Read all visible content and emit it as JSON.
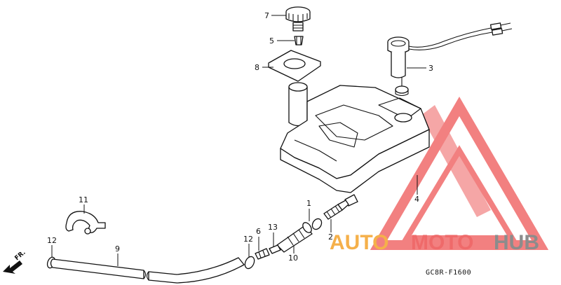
{
  "diagram": {
    "callouts": [
      {
        "id": "c1",
        "text": "1"
      },
      {
        "id": "c2",
        "text": "2"
      },
      {
        "id": "c3",
        "text": "3"
      },
      {
        "id": "c4",
        "text": "4"
      },
      {
        "id": "c5",
        "text": "5"
      },
      {
        "id": "c6",
        "text": "6"
      },
      {
        "id": "c7",
        "text": "7"
      },
      {
        "id": "c8",
        "text": "8"
      },
      {
        "id": "c9",
        "text": "9"
      },
      {
        "id": "c10",
        "text": "10"
      },
      {
        "id": "c11",
        "text": "11"
      },
      {
        "id": "c12a",
        "text": "12"
      },
      {
        "id": "c12b",
        "text": "12"
      },
      {
        "id": "c13",
        "text": "13"
      }
    ],
    "direction_label": "FR.",
    "figure_code": "GC8R-F1600"
  },
  "watermark": {
    "text_part1": "AUTO",
    "text_part2": "MOTO",
    "text_part3": "HUB",
    "colors": {
      "triangle": "#f06b6b",
      "auto": "#f5b04a",
      "moto": "#ef6a6a",
      "hub": "#8c8c8c"
    }
  }
}
